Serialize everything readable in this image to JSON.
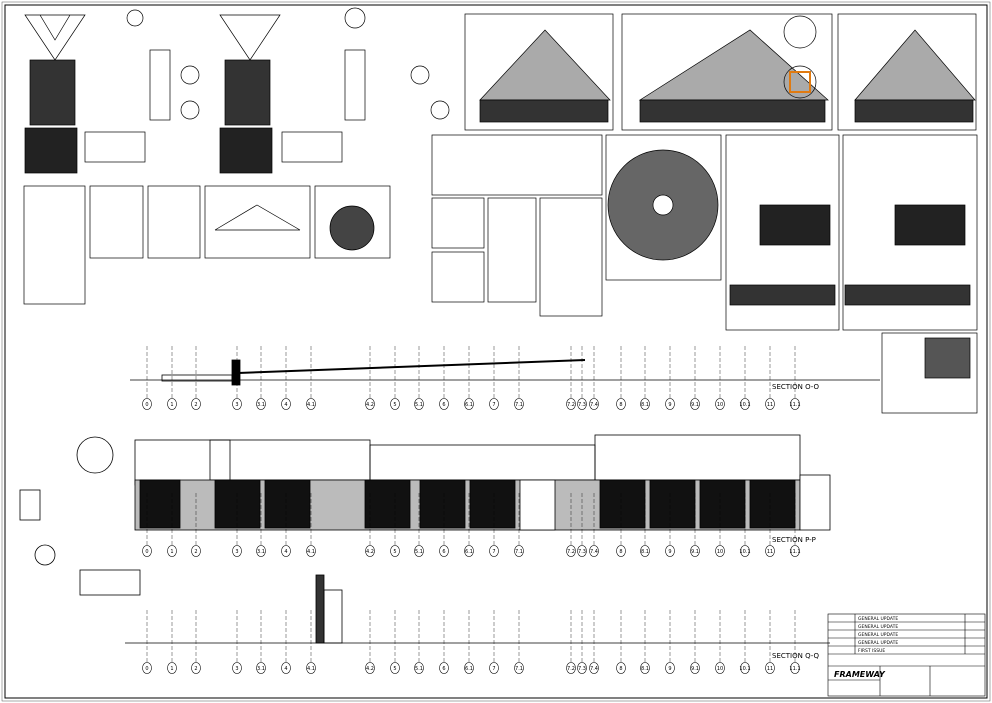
{
  "sections": [
    {
      "label": "SECTION O-O"
    },
    {
      "label": "SECTION P-P"
    },
    {
      "label": "SECTION Q-Q"
    }
  ],
  "grid_labels": [
    "0",
    "1",
    "2",
    "3",
    "3.1",
    "4",
    "4.1",
    "4.2",
    "5",
    "5.1",
    "6",
    "6.1",
    "7",
    "7.1",
    "7.2",
    "7.3",
    "7.4",
    "8",
    "8.1",
    "9",
    "9.1",
    "10",
    "10.1",
    "11",
    "11.1"
  ],
  "title_block": {
    "logo": "FRAMEWAY",
    "revisions": [
      "GENERAL UPDATE",
      "GENERAL UPDATE",
      "GENERAL UPDATE",
      "GENERAL UPDATE",
      "FIRST ISSUE"
    ]
  },
  "colors": {
    "line": "#000000",
    "accent": "#e07a10",
    "paper": "#ffffff"
  }
}
